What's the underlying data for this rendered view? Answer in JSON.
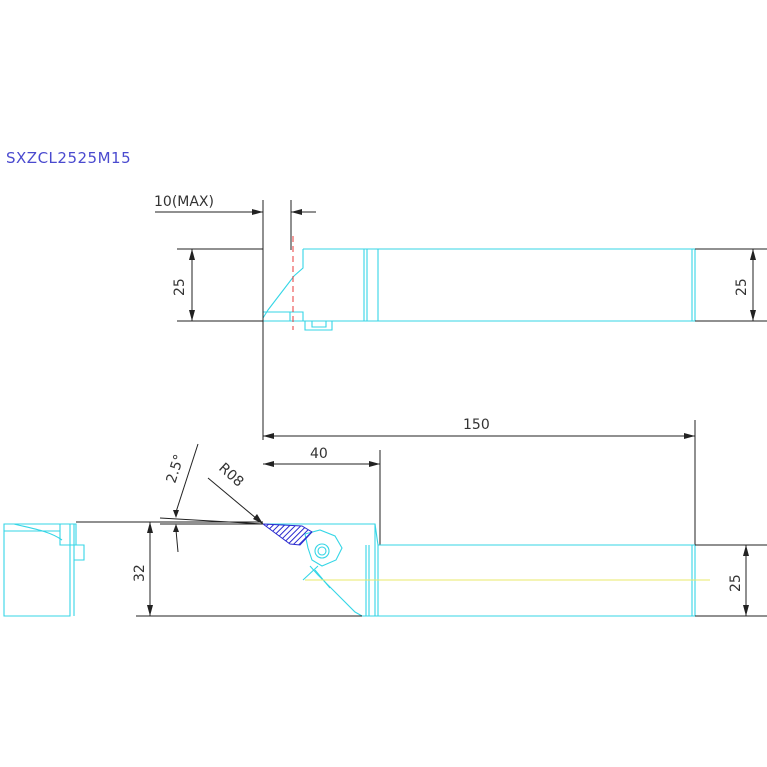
{
  "title": "SXZCL2525M15",
  "dimensions": {
    "max_depth": "10(MAX)",
    "top_height": "25",
    "right_top_height": "25",
    "length_total": "150",
    "length_head": "40",
    "angle": "2.5°",
    "radius": "R08",
    "tip_height": "32",
    "right_bottom_height": "25"
  },
  "colors": {
    "outline": "#35d6e6",
    "dimension": "#222222",
    "title": "#4a4acf",
    "centerline": "#e83a3a",
    "insert": "#3a3acf"
  }
}
